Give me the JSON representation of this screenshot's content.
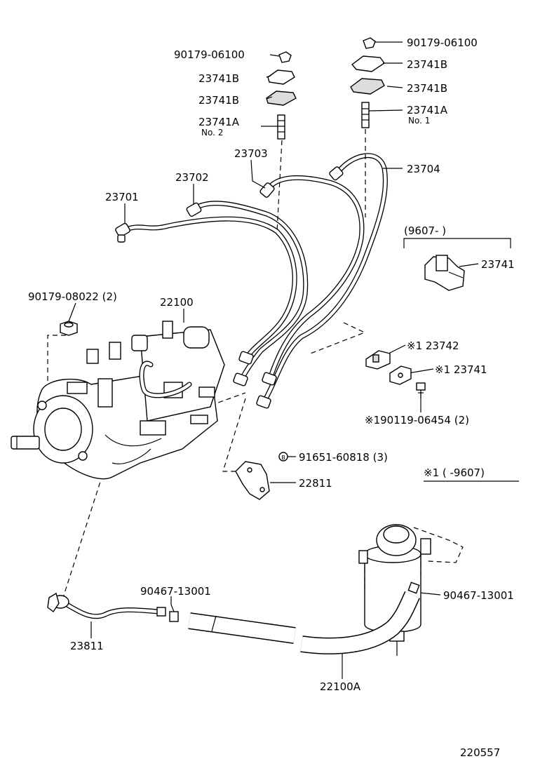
{
  "diagram": {
    "labels": {
      "p90179_06100_left": "90179-06100",
      "p23741B_left_1": "23741B",
      "p23741B_left_2": "23741B",
      "p23741A_left": "23741A",
      "no2": "No. 2",
      "p90179_06100_right": "90179-06100",
      "p23741B_right_1": "23741B",
      "p23741B_right_2": "23741B",
      "p23741A_right": "23741A",
      "no1": "No. 1",
      "p23703": "23703",
      "p23704": "23704",
      "p23702": "23702",
      "p23701": "23701",
      "date_range_1": "(9607-        )",
      "p23741": "23741",
      "p90179_08022": "90179-08022 (2)",
      "p22100": "22100",
      "p23742_marked": "※1 23742",
      "p23741_marked": "※1 23741",
      "p90119_06454": "※190119-06454 (2)",
      "p91651_60818": "91651-60818 (3)",
      "p22811": "22811",
      "note_range": "※1 (      -9607)",
      "p90467_13001_left": "90467-13001",
      "p90467_13001_right": "90467-13001",
      "p23811": "23811",
      "p22100A": "22100A",
      "figure_id": "220557"
    }
  }
}
